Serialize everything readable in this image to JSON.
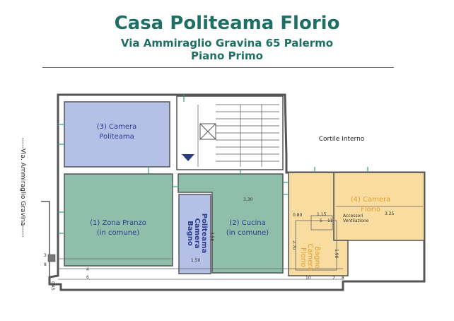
{
  "header": {
    "title": "Casa Politeama Florio",
    "address": "Via Ammiraglio Gravina 65 Palermo",
    "floor": "Piano Primo"
  },
  "plan": {
    "street_label": "-----Via. Ammiraglio Gravina-----",
    "courtyard_label": "Cortile Interno",
    "rooms": {
      "camera_politeama": [
        "(3) Camera",
        "Politeama"
      ],
      "zona_pranzo": [
        "(1) Zona Pranzo",
        "(in comune)"
      ],
      "bagno_politeama": [
        "Bagno",
        "Camera",
        "Politeama"
      ],
      "cucina": [
        "(2) Cucina",
        "(in comune)"
      ],
      "camera_florio": [
        "(4) Camera",
        "Florio"
      ],
      "bagno_florio": [
        "Bagno",
        "Camera",
        "Florio"
      ]
    },
    "dimensions": {
      "cucina_width": "3.30",
      "bagno_height": "3.50",
      "bagno_width": "1.50",
      "florio_width": "3.25",
      "d_080": "0.80",
      "d_115": "1.15",
      "d_270": "2.70",
      "d_190": "1.90",
      "d_5": "5",
      "d_11": "11"
    },
    "small_notes": [
      "Accessori",
      "Ventilazione"
    ],
    "meter_labels": [
      "3",
      "8",
      "GAS"
    ],
    "marker_numbers": [
      "4",
      "6",
      "10",
      "7",
      "8"
    ],
    "colors": {
      "green_rooms": "#8fbfab",
      "blue_rooms": "#b4c0e6",
      "orange_rooms": "#f8dca0",
      "teal_text": "#1f6f64",
      "blue_text": "#2b3b8f",
      "orange_text": "#e0a030"
    }
  }
}
